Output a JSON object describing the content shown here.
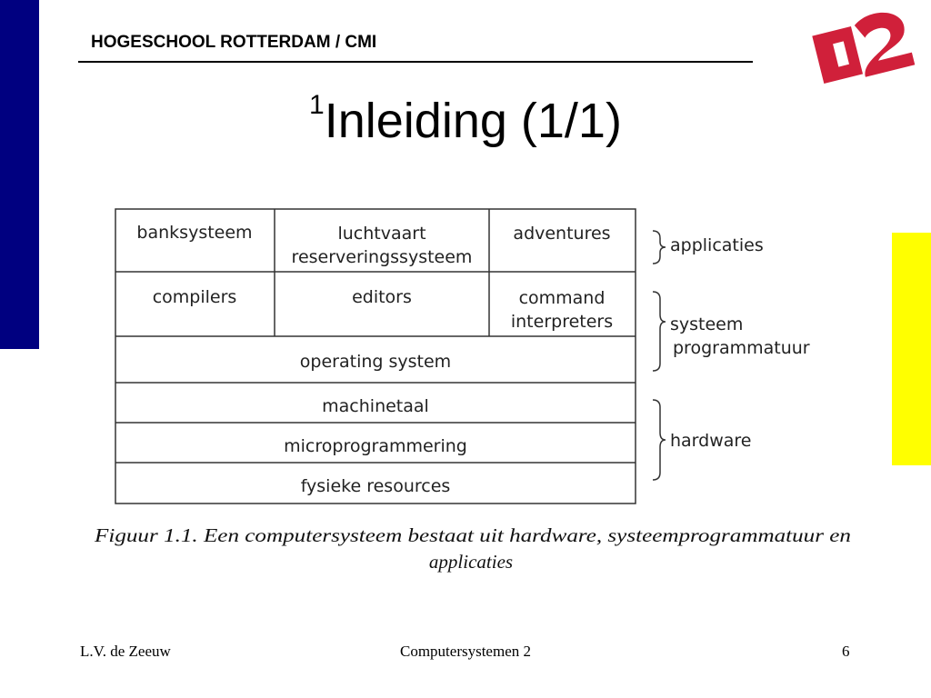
{
  "header": {
    "institution": "HOGESCHOOL ROTTERDAM / CMI"
  },
  "slide": {
    "title_superscript": "1",
    "title": "Inleiding (1/1)"
  },
  "figure": {
    "rows": [
      [
        "banksysteem",
        [
          "luchtvaart",
          "reserveringssysteem"
        ],
        "adventures"
      ],
      [
        "compilers",
        "editors",
        [
          "command",
          "interpreters"
        ]
      ],
      [
        "operating system"
      ],
      [
        "machinetaal"
      ],
      [
        "microprogrammering"
      ],
      [
        "fysieke resources"
      ]
    ],
    "labels": {
      "applicaties": "applicaties",
      "systeem": [
        "systeem",
        "programmatuur"
      ],
      "hardware": "hardware"
    },
    "caption": {
      "line1": "Figuur 1.1. Een computersysteem bestaat uit hardware, systeemprogrammatuur en",
      "line2": "applicaties"
    }
  },
  "footer": {
    "author": "L.V. de Zeeuw",
    "course": "Computersystemen 2",
    "page_number": "6"
  },
  "colors": {
    "left_bar": "#000080",
    "right_bar": "#ffff00",
    "logo": "#d0203a"
  }
}
